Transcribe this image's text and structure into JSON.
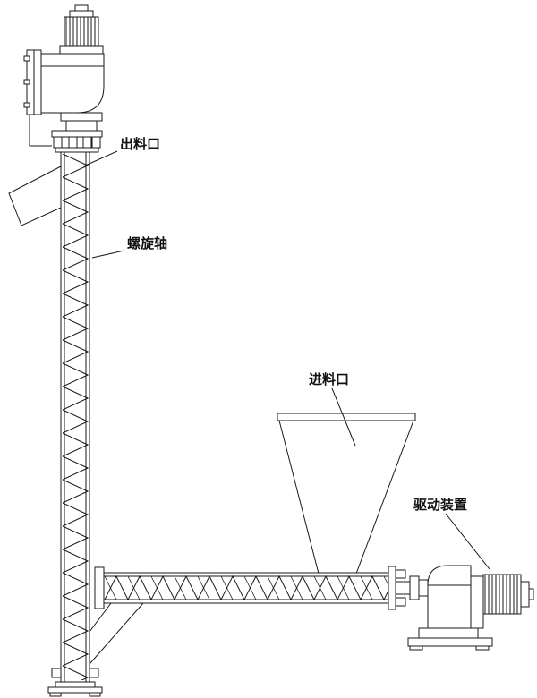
{
  "diagram": {
    "title": "screw-conveyor-technical-drawing",
    "labels": {
      "discharge_outlet": "出料口",
      "screw_shaft": "螺旋轴",
      "feed_inlet": "进料口",
      "drive_device": "驱动装置"
    },
    "colors": {
      "line": "#1a1a1a",
      "background": "#ffffff",
      "label_text": "#111111"
    }
  }
}
